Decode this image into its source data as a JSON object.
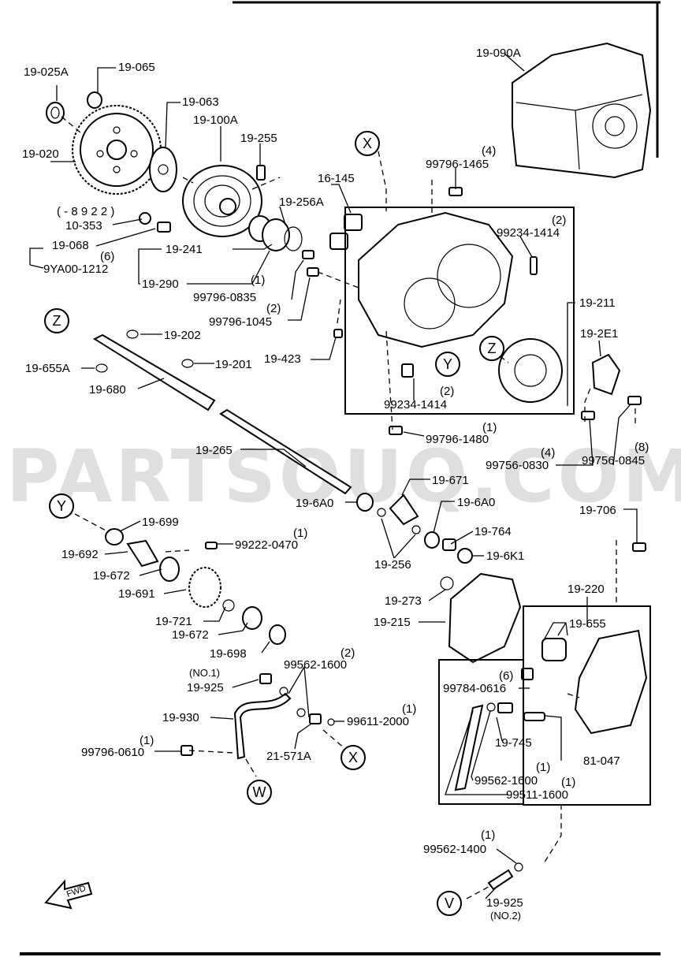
{
  "watermark": "PARTSOUQ.COM",
  "fwd_label": "FWD",
  "callouts": {
    "x1": "X",
    "x2": "X",
    "y1": "Y",
    "y2": "Y",
    "z1": "Z",
    "z2": "Z",
    "v": "V",
    "w": "W"
  },
  "labels": {
    "p19_025A": "19-025A",
    "p19_065": "19-065",
    "p19_063": "19-063",
    "p19_100A": "19-100A",
    "p19_020": "19-020",
    "p19_255": "19-255",
    "p16_145": "16-145",
    "p19_256A": "19-256A",
    "range_8922": "( - 8 9 2 2 )",
    "p10_353": "10-353",
    "p19_068": "19-068",
    "qty6_a": "(6)",
    "p9YA00_1212": "9YA00-1212",
    "p19_241": "19-241",
    "p19_290": "19-290",
    "qty1_a": "(1)",
    "p99796_0835": "99796-0835",
    "qty2_a": "(2)",
    "p99796_1045": "99796-1045",
    "p19_090A": "19-090A",
    "qty4_a": "(4)",
    "p99796_1465": "99796-1465",
    "qty2_b": "(2)",
    "p99234_1414_a": "99234-1414",
    "p19_211": "19-211",
    "p19_2E1": "19-2E1",
    "p19_423": "19-423",
    "qty2_c": "(2)",
    "p99234_1414_b": "99234-1414",
    "qty1_b": "(1)",
    "p99796_1480": "99796-1480",
    "qty4_b": "(4)",
    "p99756_0830": "99756-0830",
    "qty8": "(8)",
    "p99756_0845": "99756-0845",
    "p19_202": "19-202",
    "p19_655A": "19-655A",
    "p19_201": "19-201",
    "p19_680": "19-680",
    "p19_265": "19-265",
    "p19_671": "19-671",
    "p19_6A0_a": "19-6A0",
    "p19_6A0_b": "19-6A0",
    "p19_764": "19-764",
    "p19_6K1": "19-6K1",
    "p19_256": "19-256",
    "p19_706": "19-706",
    "p19_699": "19-699",
    "qty1_c": "(1)",
    "p99222_0470": "99222-0470",
    "p19_692": "19-692",
    "p19_672_a": "19-672",
    "p19_691": "19-691",
    "p19_721": "19-721",
    "p19_672_b": "19-672",
    "p19_698": "19-698",
    "p19_273": "19-273",
    "p19_215": "19-215",
    "p19_220": "19-220",
    "p19_655": "19-655",
    "qty2_d": "(2)",
    "p99562_1600_a": "99562-1600",
    "no1": "(NO.1)",
    "p19_925_a": "19-925",
    "p19_930": "19-930",
    "qty1_d": "(1)",
    "p99611_2000": "99611-2000",
    "qty1_e": "(1)",
    "p99796_0610": "99796-0610",
    "p21_571A": "21-571A",
    "qty6_b": "(6)",
    "p99784_0616": "99784-0616",
    "p19_745": "19-745",
    "p81_047": "81-047",
    "qty1_f": "(1)",
    "p99562_1600_b": "99562-1600",
    "qty1_g": "(1)",
    "p99511_1600": "99511-1600",
    "qty1_h": "(1)",
    "p99562_1400": "99562-1400",
    "p19_925_b": "19-925",
    "no2": "(NO.2)"
  }
}
